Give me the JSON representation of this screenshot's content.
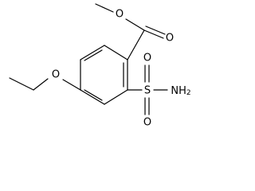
{
  "molecule": {
    "atoms": {
      "ester_carbonyl_oxygen": "O",
      "ester_ether_oxygen": "O",
      "ethoxy_oxygen": "O",
      "sulfur": "S",
      "sulfonyl_oxygen_top": "O",
      "sulfonyl_oxygen_bottom": "O",
      "amide_nitrogen": "N",
      "amide_hydrogen": "H",
      "amide_hydrogen_count": "2"
    }
  }
}
